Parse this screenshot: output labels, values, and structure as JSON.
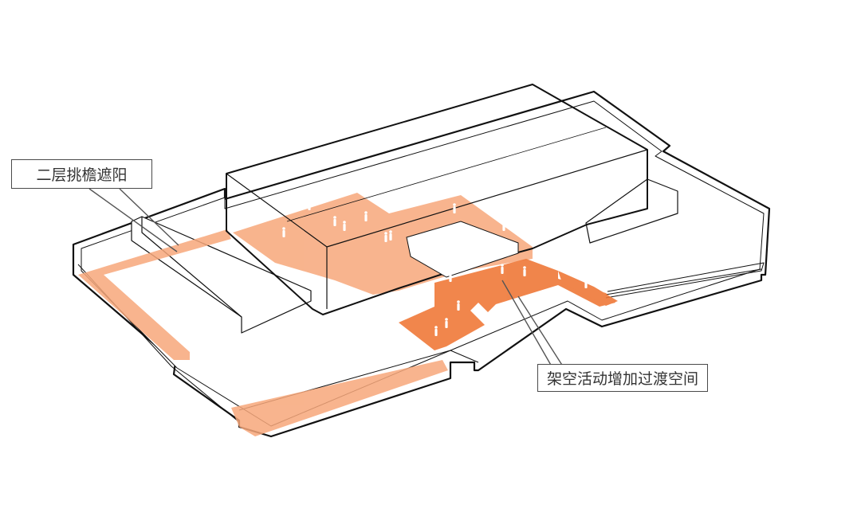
{
  "annotations": {
    "upper_shading": "二层挑檐遮阳",
    "transition_space": "架空活动增加过渡空间"
  },
  "colors": {
    "line": "#111111",
    "leader": "#555555",
    "light_orange": "#f7a77a",
    "deep_orange": "#ef7533",
    "figure": "#ffffff"
  },
  "figures": {
    "light_zone_count": 9,
    "deep_zone_count": 9
  }
}
